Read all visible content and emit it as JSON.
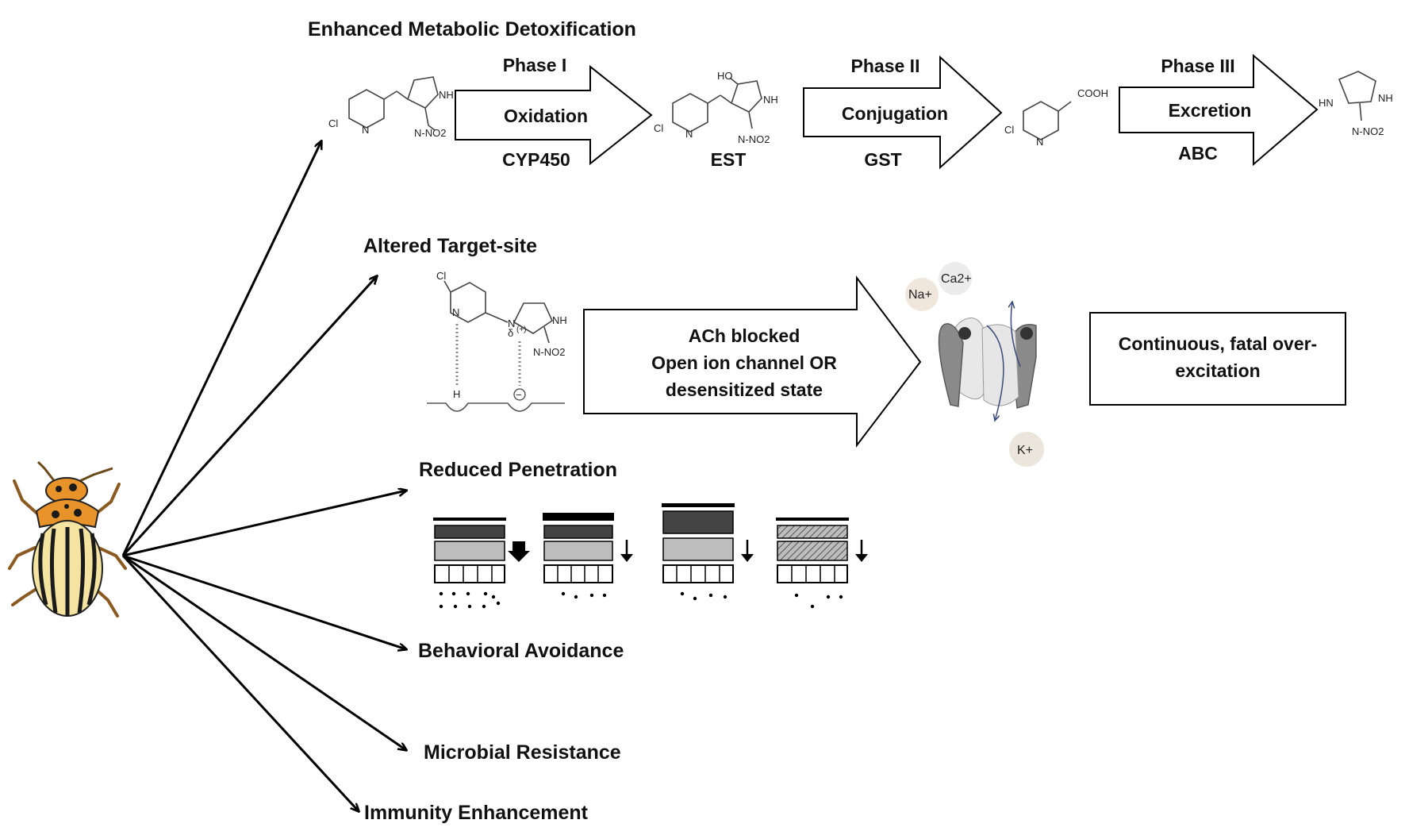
{
  "mechanisms": {
    "metabolic": "Enhanced Metabolic Detoxification",
    "target_site": "Altered Target-site",
    "penetration": "Reduced Penetration",
    "behavioral": "Behavioral Avoidance",
    "microbial": "Microbial Resistance",
    "immunity": "Immunity Enhancement"
  },
  "phases": [
    {
      "title": "Phase I",
      "process": "Oxidation",
      "enzyme": "CYP450"
    },
    {
      "title": "Phase II",
      "process": "Conjugation",
      "enzyme": "GST"
    },
    {
      "title": "Phase III",
      "process": "Excretion",
      "enzyme": "ABC"
    }
  ],
  "metabolite_label": "EST",
  "chemistry": {
    "cl": "Cl",
    "nh": "NH",
    "hn": "HN",
    "n": "N",
    "no2": "N-NO2",
    "ho": "HO",
    "cooh": "COOH",
    "h": "H",
    "delta": "δ",
    "plus": "(+)",
    "minus": "−"
  },
  "target_arrow": {
    "line1": "ACh blocked",
    "line2": "Open ion channel OR",
    "line3": "desensitized state"
  },
  "ions": {
    "na": "Na+",
    "ca": "Ca2+",
    "k": "K+"
  },
  "outcome": {
    "line1": "Continuous, fatal over-",
    "line2": "excitation"
  },
  "colors": {
    "beetle_orange": "#e8922a",
    "beetle_stripe": "#1a1a1a",
    "beetle_cream": "#f4e3a1",
    "channel_gray": "#8a8a8a"
  }
}
